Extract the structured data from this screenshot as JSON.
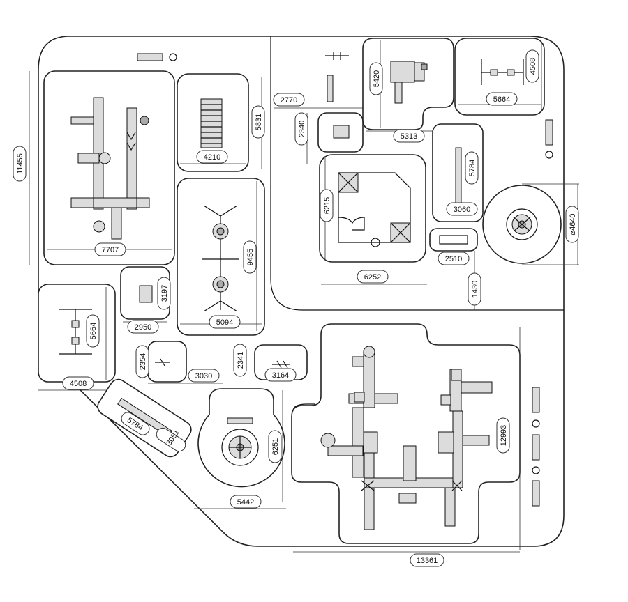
{
  "plan": {
    "dimensions": {
      "site_height": "11455",
      "zone_a_width": "7707",
      "zone_b_height": "5831",
      "zone_b_width": "4210",
      "zone_c_height": "9455",
      "zone_c_width": "5094",
      "zone_d_height": "3197",
      "zone_d_width": "2950",
      "zone_e_height": "5664",
      "zone_e_width": "4508",
      "zone_f_height": "2354",
      "zone_f_width": "3030",
      "zone_g_height": "2341",
      "zone_g_width": "3164",
      "zone_h_width": "5784",
      "zone_h_height": "3051",
      "zone_i_height": "6251",
      "zone_i_width": "5442",
      "zone_j_width": "2770",
      "zone_k_height": "2340",
      "zone_l_height": "5420",
      "zone_l_width": "5313",
      "zone_m_height": "4508",
      "zone_m_width": "5664",
      "zone_n_height": "6215",
      "zone_n_width": "6252",
      "zone_o_height": "5784",
      "zone_o_width": "3060",
      "zone_p_diameter": "⌀4640",
      "zone_q_width": "2510",
      "gap_1430": "1430",
      "zone_r_height": "12993",
      "zone_r_width": "13361"
    }
  }
}
